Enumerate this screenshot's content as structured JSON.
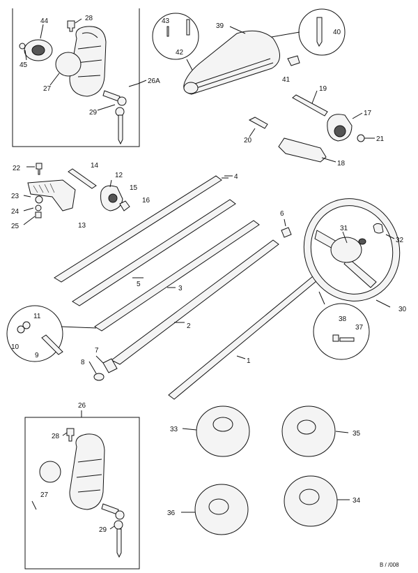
{
  "callouts": {
    "c1": "1",
    "c2": "2",
    "c3": "3",
    "c4": "4",
    "c5": "5",
    "c6": "6",
    "c7": "7",
    "c8": "8",
    "c9": "9",
    "c10": "10",
    "c11": "11",
    "c12": "12",
    "c13": "13",
    "c14": "14",
    "c15": "15",
    "c16": "16",
    "c17": "17",
    "c18": "18",
    "c19": "19",
    "c20": "20",
    "c21": "21",
    "c22": "22",
    "c23": "23",
    "c24": "24",
    "c25": "25",
    "c26": "26",
    "c26a": "26A",
    "c27a": "27",
    "c27b": "27",
    "c28a": "28",
    "c28b": "28",
    "c29a": "29",
    "c29b": "29",
    "c30": "30",
    "c31": "31",
    "c32": "32",
    "c33": "33",
    "c34": "34",
    "c35": "35",
    "c36": "36",
    "c37": "37",
    "c38": "38",
    "c39": "39",
    "c40": "40",
    "c41": "41",
    "c42": "42",
    "c43": "43",
    "c44": "44",
    "c45": "45"
  },
  "footer_code": "B / /008"
}
